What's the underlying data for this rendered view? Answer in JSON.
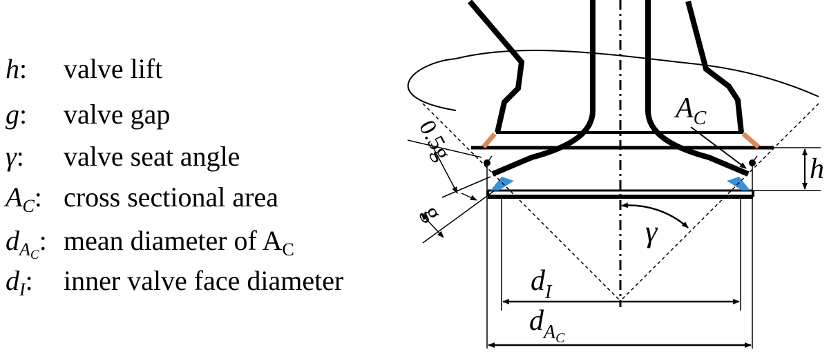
{
  "legend": [
    {
      "sym": "h",
      "sub": "",
      "subsub": "",
      "sep": ":",
      "desc": "valve lift",
      "desc_sub": ""
    },
    {
      "sym": "g",
      "sub": "",
      "subsub": "",
      "sep": ":",
      "desc": "valve gap",
      "desc_sub": ""
    },
    {
      "sym": "γ",
      "sub": "",
      "subsub": "",
      "sep": ":",
      "desc": "valve seat angle",
      "desc_sub": ""
    },
    {
      "sym": "A",
      "sub": "C",
      "subsub": "",
      "sep": ":",
      "desc": "cross sectional area",
      "desc_sub": ""
    },
    {
      "sym": "d",
      "sub": "A",
      "subsub": "C",
      "sep": ":",
      "desc": "mean diameter of A",
      "desc_sub": "C"
    },
    {
      "sym": "d",
      "sub": "I",
      "subsub": "",
      "sep": ":",
      "desc": "inner valve face diameter",
      "desc_sub": ""
    }
  ],
  "labels": {
    "ac_main": "A",
    "ac_sub": "C",
    "h": "h",
    "half_gap": "0.5g",
    "gap": "g",
    "gamma": "γ",
    "di_main": "d",
    "di_sub": "I",
    "dac_main": "d",
    "dac_sub": "A",
    "dac_subsub": "C"
  },
  "colors": {
    "line": "#000000",
    "orange_seat": "#d9895a",
    "blue_seat": "#3b8fd4"
  }
}
